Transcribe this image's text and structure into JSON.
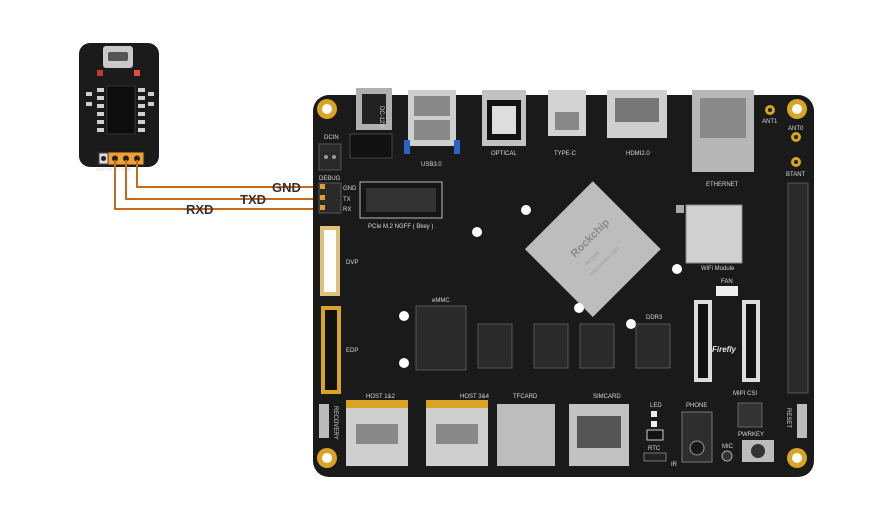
{
  "wires": {
    "gnd": "GND",
    "txd": "TXD",
    "rxd": "RXD"
  },
  "adapter": {
    "pins": "VCC TX RX GND"
  },
  "board": {
    "chip_brand": "Rockchip",
    "chip_model": "RK3399",
    "chip_code": "RBDTXPRE8 1633",
    "logo": "Firefly",
    "labels": {
      "dcin": "DCIN",
      "dc12v": "DC-12V",
      "usb3": "USB3.0",
      "optical": "OPTICAL",
      "typec": "TYPE-C",
      "hdmi": "HDMI2.0",
      "ethernet": "ETHERNET",
      "ant1": "ANT1",
      "ant0": "ANT0",
      "btant": "BTANT",
      "debug": "DEBUG",
      "dbg_gnd": "GND",
      "dbg_tx": "TX",
      "dbg_rx": "RX",
      "pcie": "PCIe M.2 NGFF ( Bkey )",
      "dvp": "DVP",
      "edp": "EDP",
      "emmc": "eMMC",
      "ddr3": "DDR3",
      "wifi": "WiFi Module",
      "fan": "FAN",
      "mipi": "MIPI CSI",
      "host12": "HOST 1&2",
      "host34": "HOST 3&4",
      "tfcard": "TFCARD",
      "simcard": "SIMCARD",
      "led": "LED",
      "phone": "PHONE",
      "rtc": "RTC",
      "ir": "IR",
      "mic": "MIC",
      "pwrkey": "PWRKEY",
      "recovery": "RECOVERY",
      "reset": "RESET"
    }
  }
}
